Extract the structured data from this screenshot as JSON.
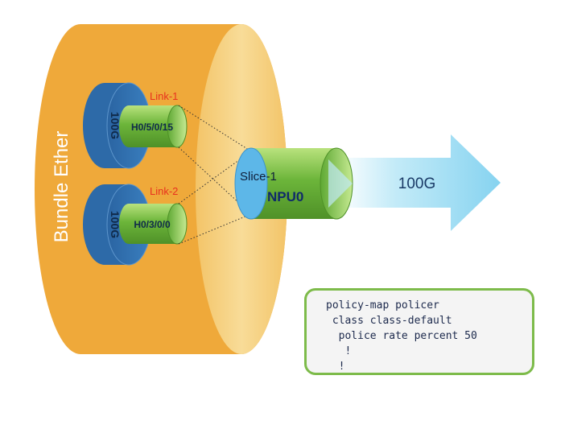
{
  "bundle": {
    "label": "Bundle Ether"
  },
  "links": [
    {
      "name": "Link-1",
      "interface": "H0/5/0/15",
      "speed": "100G"
    },
    {
      "name": "Link-2",
      "interface": "H0/3/0/0",
      "speed": "100G"
    }
  ],
  "npu": {
    "slice": "Slice-1",
    "name": "NPU0"
  },
  "output": {
    "speed": "100G"
  },
  "policy": {
    "lines": [
      "policy-map policer",
      " class class-default",
      "  police rate percent 50",
      "   !",
      "  !"
    ]
  },
  "colors": {
    "bundle": "#efa93a",
    "bundle_face": "#f6d58a",
    "port_blue": "#2f6fae",
    "link_label": "#e8321f",
    "green": "#7cc243",
    "slice_blue": "#5db7e8",
    "arrow": "#8fd6f0",
    "code_border": "#7dbb4a"
  }
}
